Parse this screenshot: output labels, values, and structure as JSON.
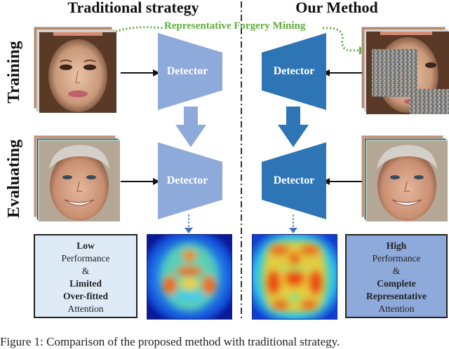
{
  "columns": {
    "left_title": "Traditional strategy",
    "right_title": "Our Method"
  },
  "rows": {
    "training_label": "Training",
    "evaluating_label": "Evaluating"
  },
  "annotation": {
    "forgery_mining_label": "Representative Forgery Mining",
    "forgery_mining_color": "#5fae3c"
  },
  "detectors": {
    "label": "Detector",
    "traditional_color": "#8eaadb",
    "ours_color": "#2e75b6"
  },
  "images": {
    "training_face": "female-face-photo",
    "training_face_masked": "female-face-with-noise-patches",
    "evaluating_face": "male-face-photo"
  },
  "heatmaps": {
    "traditional": "sparse-attention-heatmap",
    "ours": "dense-attention-heatmap"
  },
  "result_boxes": {
    "traditional": {
      "line1": "Low",
      "line2": "Performance",
      "line3": "&",
      "line4": "Limited",
      "line5": "Over-fitted",
      "line6": "Attention",
      "bg": "#deebf7"
    },
    "ours": {
      "line1": "High",
      "line2": "Performance",
      "line3": "&",
      "line4": "Complete",
      "line5": "Representative",
      "line6": "Attention",
      "bg": "#8eaadb"
    }
  },
  "caption": "Figure 1:  Comparison of the proposed method with traditional strategy."
}
